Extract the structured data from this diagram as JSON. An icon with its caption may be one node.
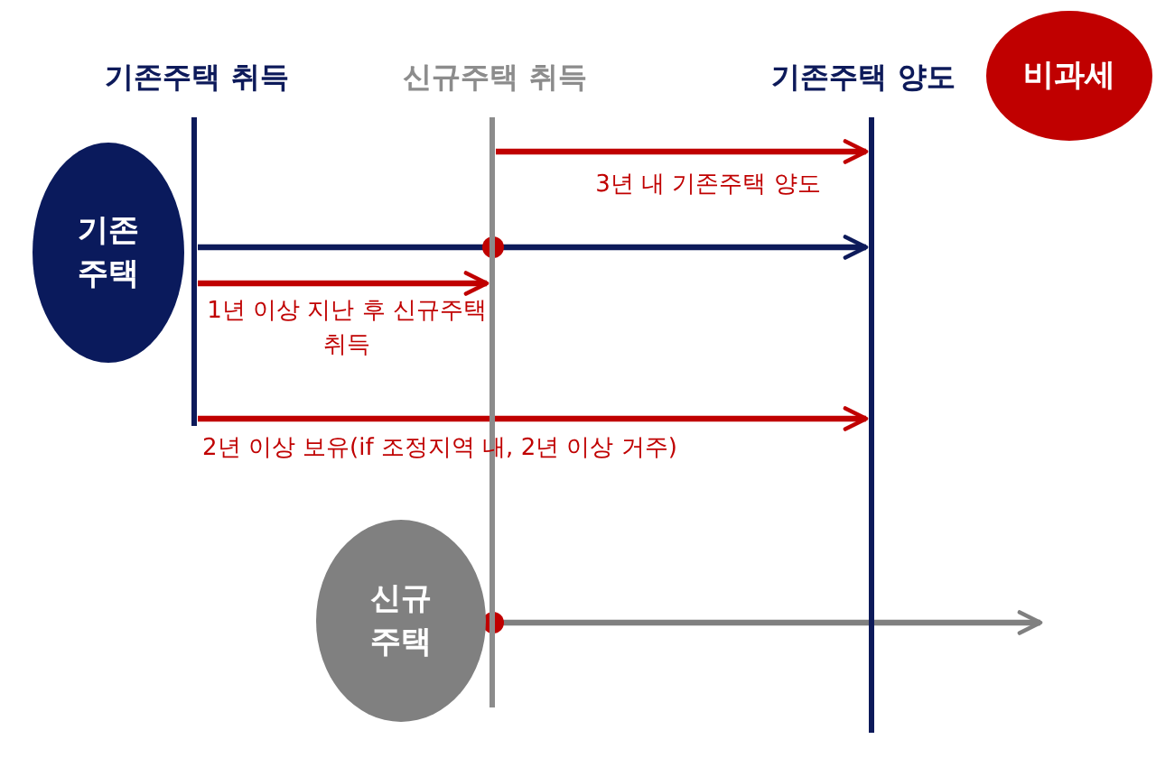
{
  "diagram": {
    "nodes": [
      {
        "text": [],
        "shape": "bar"
      },
      {
        "text": [],
        "shape": "bar"
      },
      {
        "text": [],
        "shape": "bar"
      },
      {
        "text": [
          "비과세"
        ]
      },
      {
        "text": [
          "기존 주택"
        ]
      },
      {
        "text": [
          "신규 주택"
        ]
      }
    ],
    "edges": [
      {
        "from": 1,
        "to": 2,
        "arrow": "to",
        "label": "3년 내 기존주택 양도"
      },
      {
        "from": 0,
        "to": 2,
        "arrow": "to",
        "color": "#0d1a5a"
      },
      {
        "from": 0,
        "to": 1,
        "arrow": "to",
        "label": "1년 이상 지난 후 신규주택 취득"
      },
      {
        "from": 0,
        "to": 2,
        "arrow": "to",
        "label": "2년 이상 보유(if 조정지역 내, 2년 이상 거주)"
      },
      {
        "from": 5,
        "to": null,
        "arrow": "to",
        "color": "#808080"
      }
    ],
    "labels": [
      "기존주택 취득",
      "신규주택 취득",
      "기존주택 양도"
    ]
  }
}
